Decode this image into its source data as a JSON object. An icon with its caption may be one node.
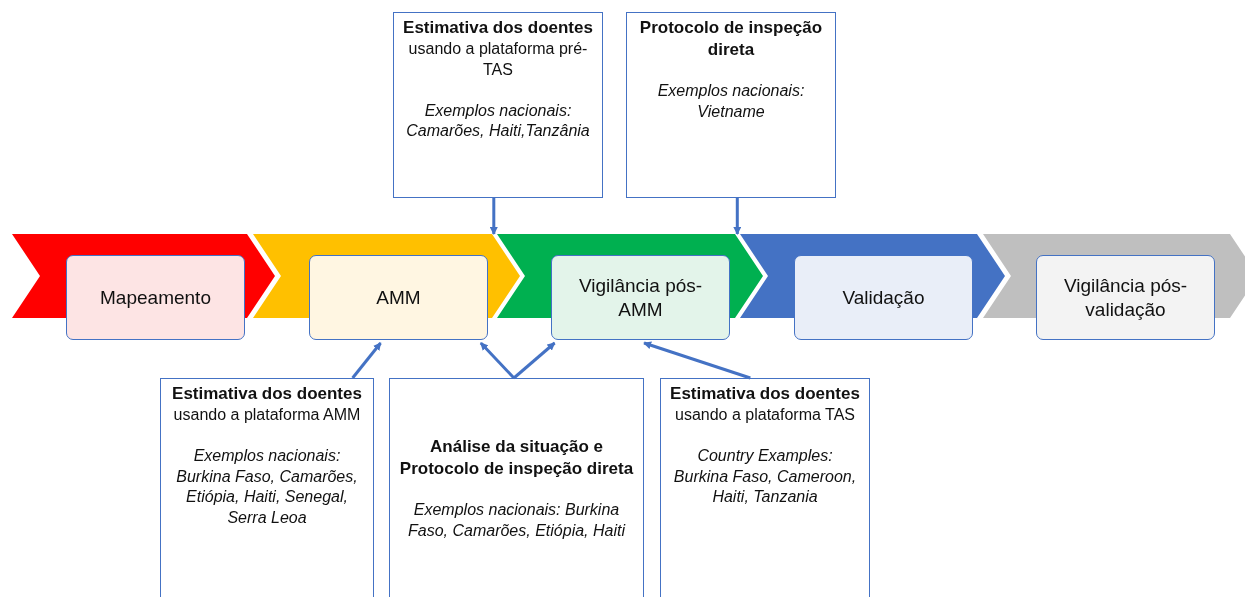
{
  "diagram": {
    "nodes": [
      {
        "text": [
          "Mapeamento"
        ]
      },
      {
        "text": [
          "AMM"
        ]
      },
      {
        "text": [
          "Vigilância pós-AMM"
        ]
      },
      {
        "text": [
          "Validação"
        ]
      },
      {
        "text": [
          "Vigilância pós-validação"
        ]
      },
      {
        "text": [
          "Estimativa dos doentes",
          "usando a plataforma pré-TAS",
          "Exemplos nacionais: Camarões, Haiti,Tanzânia"
        ]
      },
      {
        "text": [
          "Protocolo de inspeção direta",
          "Exemplos nacionais: Vietname"
        ]
      },
      {
        "text": [
          "Estimativa dos doentes",
          "usando a plataforma AMM",
          "Exemplos nacionais: Burkina Faso, Camarões, Etiópia, Haiti, Senegal, Serra Leoa"
        ]
      },
      {
        "text": [
          "Análise da situação e Protocolo de inspeção direta",
          "Exemplos nacionais: Burkina Faso, Camarões, Etiópia, Haiti"
        ]
      },
      {
        "text": [
          "Estimativa dos doentes",
          "usando a plataforma TAS",
          "Country Examples: Burkina Faso, Cameroon, Haiti, Tanzania"
        ]
      },
      {
        "text": [],
        "shape": "chevron"
      },
      {
        "text": [],
        "shape": "chevron"
      },
      {
        "text": [],
        "shape": "chevron"
      },
      {
        "text": [],
        "shape": "chevron"
      },
      {
        "text": [],
        "shape": "chevron"
      }
    ],
    "edges": [
      {
        "from": 5,
        "to": 11,
        "arrow": "to"
      },
      {
        "from": 6,
        "to": 12,
        "arrow": "to"
      },
      {
        "from": 7,
        "to": 1,
        "arrow": "to"
      },
      {
        "from": 8,
        "to": 1,
        "arrow": "to"
      },
      {
        "from": 8,
        "to": 2,
        "arrow": "to"
      },
      {
        "from": 9,
        "to": 2,
        "arrow": "to"
      }
    ]
  }
}
